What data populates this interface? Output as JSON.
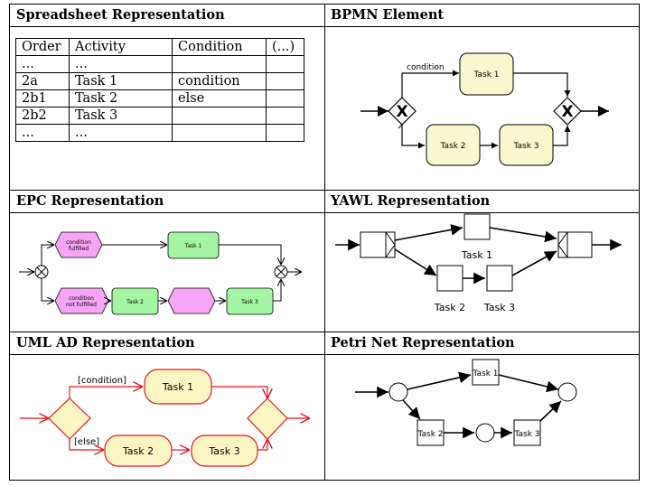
{
  "headers": {
    "spreadsheet": "Spreadsheet Representation",
    "bpmn": "BPMN Element",
    "epc": "EPC Representation",
    "yawl": "YAWL Representation",
    "uml": "UML AD Representation",
    "petri": "Petri Net Representation"
  },
  "spreadsheet": {
    "columns": [
      "Order",
      "Activity",
      "Condition",
      "(...)"
    ],
    "rows": [
      [
        "...",
        "...",
        "",
        ""
      ],
      [
        "2a",
        "Task 1",
        "condition",
        ""
      ],
      [
        "2b1",
        "Task 2",
        "else",
        ""
      ],
      [
        "2b2",
        "Task 3",
        "",
        ""
      ],
      [
        "...",
        "...",
        "",
        ""
      ]
    ]
  },
  "bpmn": {
    "condition_label": "condition",
    "task1": "Task 1",
    "task2": "Task 2",
    "task3": "Task 3",
    "gateway_symbol": "X",
    "task_fill": "#fbf7cf"
  },
  "epc": {
    "event1": "condition fulfilled",
    "event1_line1": "condition",
    "event1_line2": "fulfilled",
    "event2_line1": "condition",
    "event2_line2": "not fulfilled",
    "task1": "Task 1",
    "task2": "Task 2",
    "task3": "Task 3",
    "event_color": "#f7a6f7",
    "function_color": "#a3f5a3"
  },
  "yawl": {
    "task1": "Task 1",
    "task2": "Task 2",
    "task3": "Task 3"
  },
  "uml": {
    "condition_label": "[condition]",
    "else_label": "[else]",
    "task1": "Task 1",
    "task2": "Task 2",
    "task3": "Task 3",
    "line_color": "#e8141c",
    "fill_color": "#fcf6c5"
  },
  "petri": {
    "task1": "Task 1",
    "task2": "Task 2",
    "task3": "Task 3"
  }
}
